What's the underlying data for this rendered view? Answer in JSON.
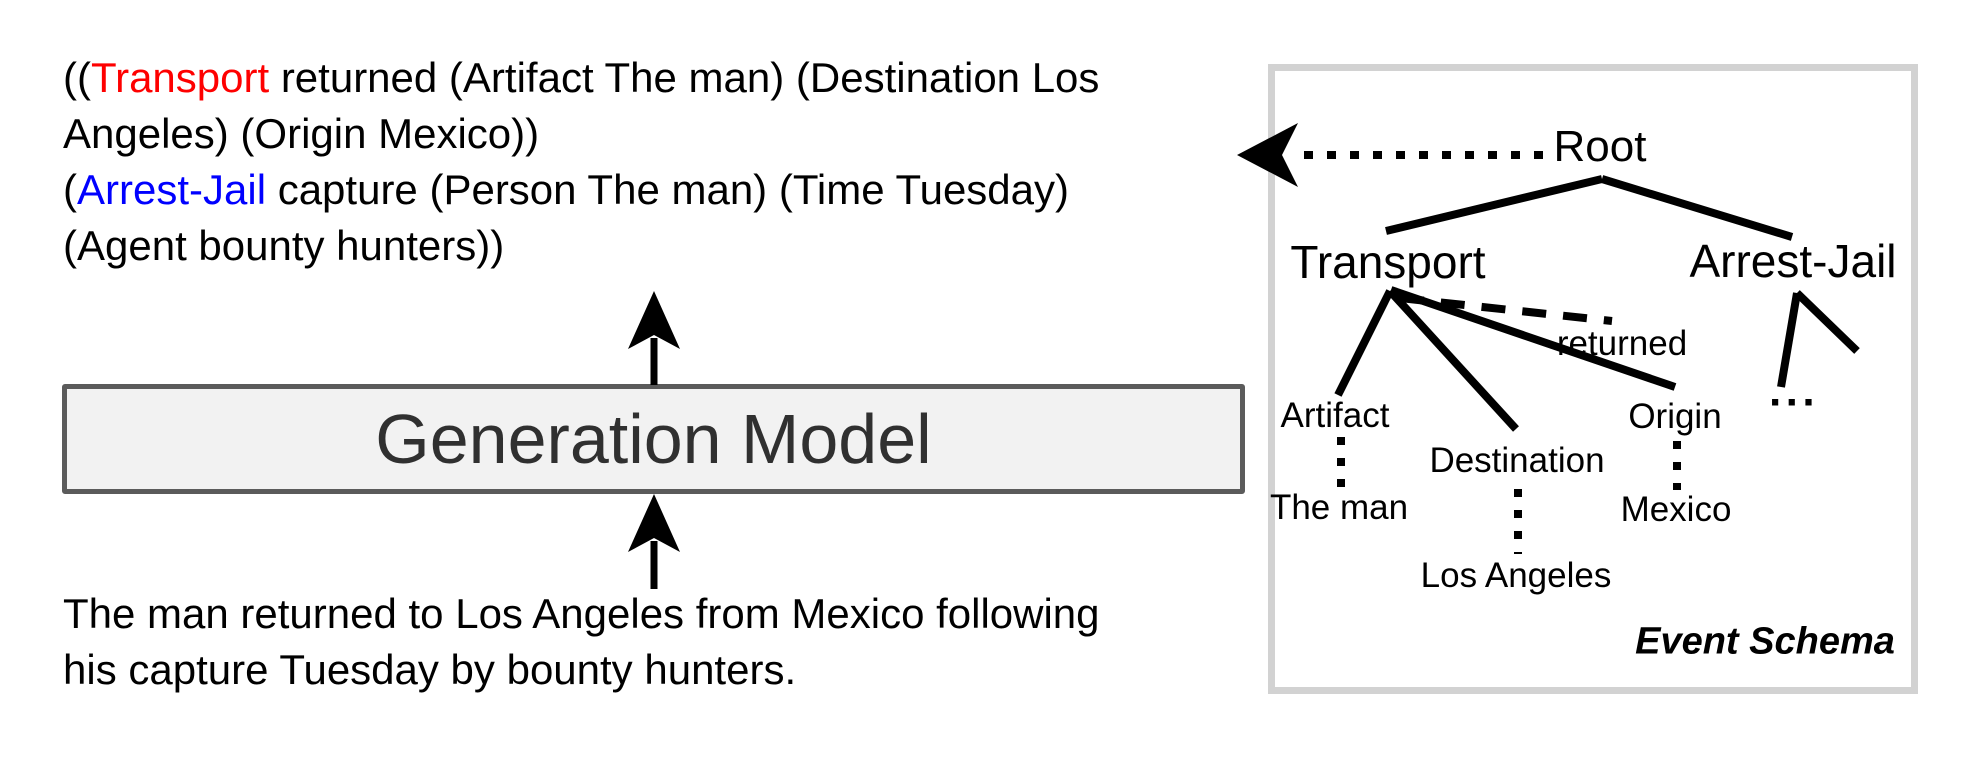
{
  "output_text": {
    "l1_open": "((",
    "l1_event": "Transport",
    "l1_rest": " returned (Artifact The man) (Destination Los",
    "l2": "Angeles) (Origin Mexico))",
    "l3_open": "(",
    "l3_event": "Arrest-Jail",
    "l3_rest": " capture (Person The man) (Time Tuesday)",
    "l4": "(Agent bounty hunters))"
  },
  "model": {
    "label": "Generation Model"
  },
  "input_text": {
    "line1": "The man returned to Los Angeles from Mexico following",
    "line2": "his capture Tuesday by bounty hunters."
  },
  "schema": {
    "caption": "Event Schema",
    "nodes": {
      "root": "Root",
      "event1": "Transport",
      "event2": "Arrest-Jail",
      "trigger": "returned",
      "arg1": "Artifact",
      "arg2": "Destination",
      "arg3": "Origin",
      "more": "···",
      "leaf1": "The man",
      "leaf2": "Los Angeles",
      "leaf3": "Mexico"
    }
  },
  "colors": {
    "event1": "#fe0000",
    "event2": "#0000ff",
    "model_border": "#5b5b5b",
    "model_fill": "#f2f2f2",
    "schema_border": "#d2d2d2",
    "line": "#000000"
  }
}
